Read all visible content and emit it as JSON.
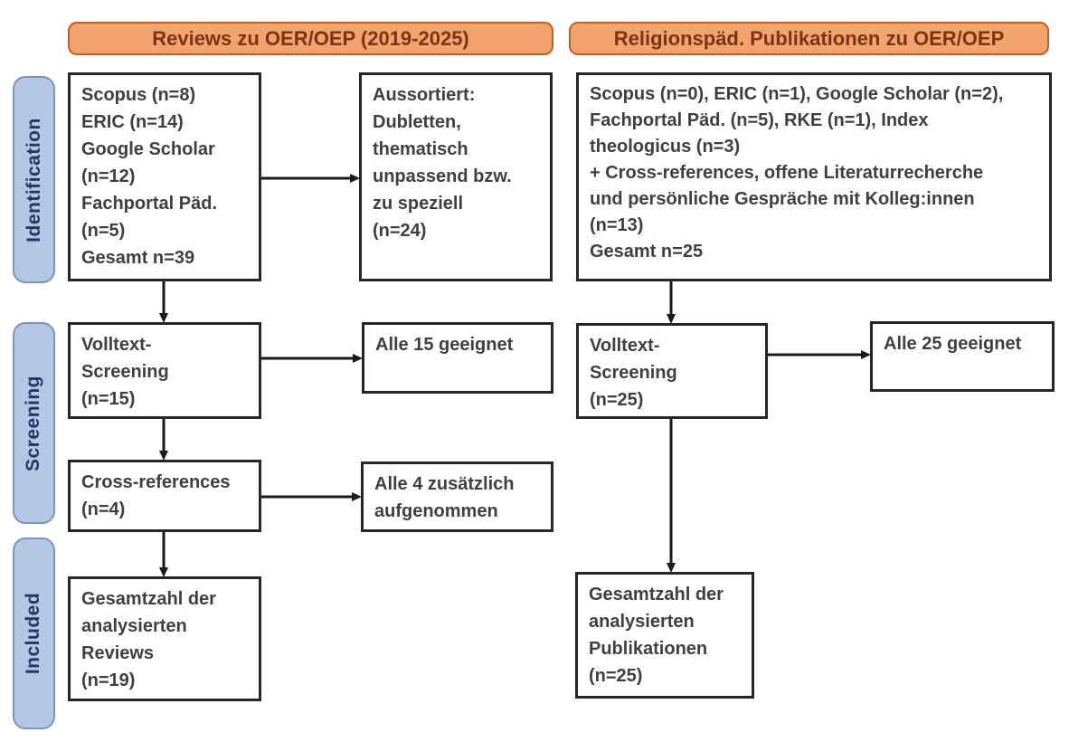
{
  "colors": {
    "header-fill": "#F2A36E",
    "header-border": "#C05F2A",
    "header-text": "#7B3512",
    "stage-fill": "#B4C7E7",
    "stage-border": "#7F93B5",
    "stage-text": "#1F3864",
    "box-border": "#262626",
    "box-text": "#3F3F3F",
    "arrow": "#1A1A1A"
  },
  "headers": {
    "left": "Reviews zu OER/OEP (2019-2025)",
    "right": "Religionspäd. Publikationen zu OER/OEP"
  },
  "stages": {
    "identification": "Identification",
    "screening": "Screening",
    "included": "Included"
  },
  "boxes": {
    "left_sources": "Scopus (n=8)\nERIC (n=14)\nGoogle Scholar\n(n=12)\nFachportal Päd.\n(n=5)\nGesamt n=39",
    "left_excluded": "Aussortiert:\nDubletten,\nthematisch\nunpassend bzw.\nzu speziell\n(n=24)",
    "left_fulltext": "Volltext-\nScreening\n(n=15)",
    "left_fulltext_result": "Alle 15 geeignet",
    "left_crossref": "Cross-references\n(n=4)",
    "left_crossref_result": "Alle 4 zusätzlich\naufgenommen",
    "left_included": "Gesamtzahl der\nanalysierten\nReviews\n(n=19)",
    "right_sources": "Scopus (n=0), ERIC (n=1), Google Scholar (n=2),\nFachportal Päd. (n=5), RKE (n=1), Index\ntheologicus (n=3)\n+ Cross-references, offene Literaturrecherche\nund persönliche Gespräche mit Kolleg:innen\n(n=13)\nGesamt n=25",
    "right_fulltext": "Volltext-\nScreening\n(n=25)",
    "right_fulltext_result": "Alle 25 geeignet",
    "right_included": "Gesamtzahl der\nanalysierten\nPublikationen\n(n=25)"
  }
}
